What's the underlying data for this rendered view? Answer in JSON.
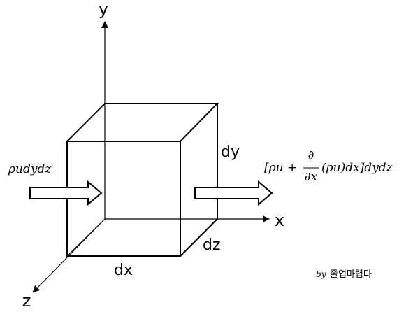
{
  "axes": {
    "x_label": "x",
    "y_label": "y",
    "z_label": "z"
  },
  "dimensions": {
    "dx": "dx",
    "dy": "dy",
    "dz": "dz"
  },
  "flux": {
    "inflow": "ρudydz",
    "outflow_open": "[ρu + ",
    "outflow_numerator": "∂",
    "outflow_denominator": "∂x",
    "outflow_close": "(ρu)dx]dydz"
  },
  "credit": {
    "by": "by",
    "author": "졸업마렵다"
  }
}
